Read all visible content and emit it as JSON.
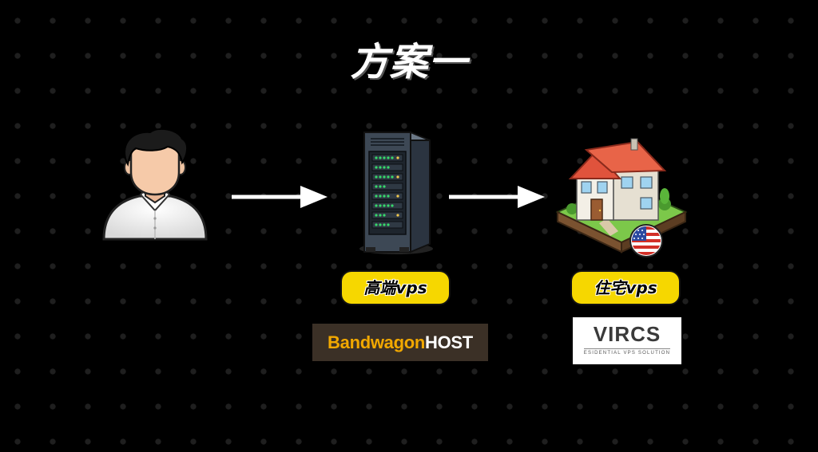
{
  "title": "方案一",
  "nodes": [
    {
      "id": "user",
      "icon": "user-avatar-icon"
    },
    {
      "id": "server",
      "icon": "server-rack-icon",
      "label": "高端vps",
      "brand": {
        "part1": "Bandwagon",
        "part2": "HOST"
      }
    },
    {
      "id": "house",
      "icon": "residential-house-icon",
      "badge": "us-flag-icon",
      "label": "住宅vps",
      "brand": {
        "name": "VIRCS",
        "tagline": "ESIDENTIAL VPS SOLUTION"
      }
    }
  ],
  "edges": [
    {
      "from": "user",
      "to": "server"
    },
    {
      "from": "server",
      "to": "house"
    }
  ],
  "colors": {
    "background": "#000000",
    "pill": "#f6d700",
    "bandwagon_orange": "#f2a800",
    "bandwagon_bg": "#3b3026",
    "vircs_gold": "#c9a227"
  }
}
